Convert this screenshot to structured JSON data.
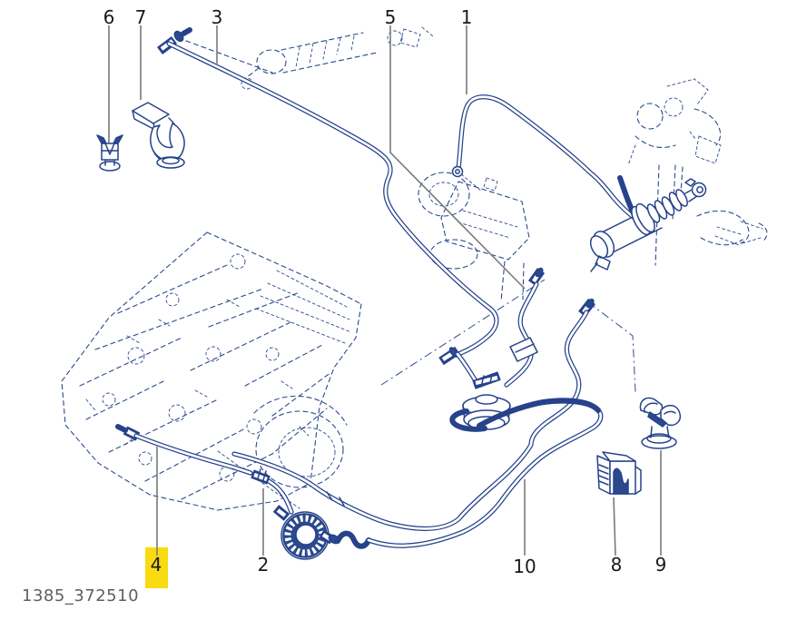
{
  "artwork": {
    "code": "1385_372510",
    "type": "exploded-parts-diagram",
    "subject": "clutch / fluid pipe assembly with engine shown ghosted"
  },
  "callouts": {
    "c1": "1",
    "c2": "2",
    "c3": "3",
    "c4": "4",
    "c5": "5",
    "c6": "6",
    "c7": "7",
    "c8": "8",
    "c9": "9",
    "c10": "10"
  },
  "highlight": {
    "callout": "4",
    "color": "#F8DB10"
  },
  "colors": {
    "line": "#26428B",
    "leader": "#7A7A7A",
    "label": "#1A1A1A",
    "code_text": "#5F5F5F",
    "background": "#FFFFFF"
  }
}
